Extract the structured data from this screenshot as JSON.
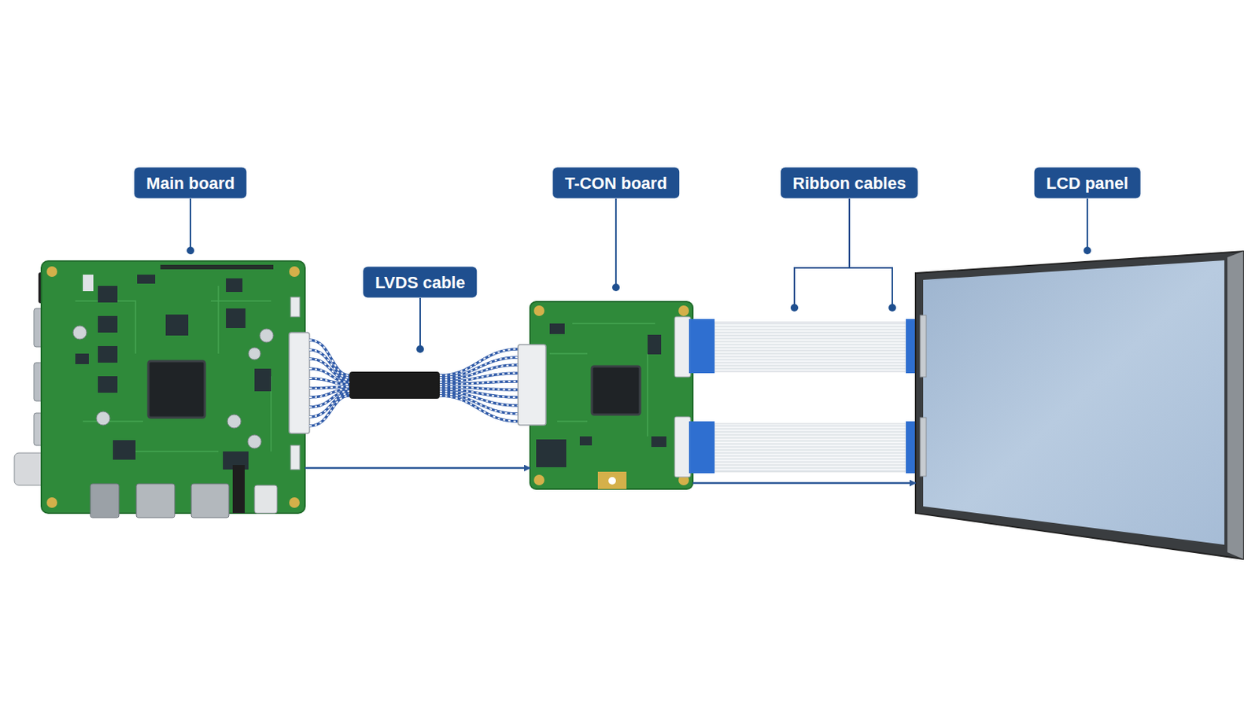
{
  "diagram": {
    "nodes": [
      {
        "text": [
          "Main board"
        ]
      },
      {
        "text": [
          "T-CON board"
        ]
      },
      {
        "text": [
          "LCD panel"
        ]
      }
    ],
    "edges": [
      {
        "from": 0,
        "to": 1,
        "arrow": "to"
      },
      {
        "from": 1,
        "to": 2,
        "arrow": "to"
      }
    ],
    "labels": [
      "LVDS cable",
      "Ribbon cables"
    ]
  }
}
